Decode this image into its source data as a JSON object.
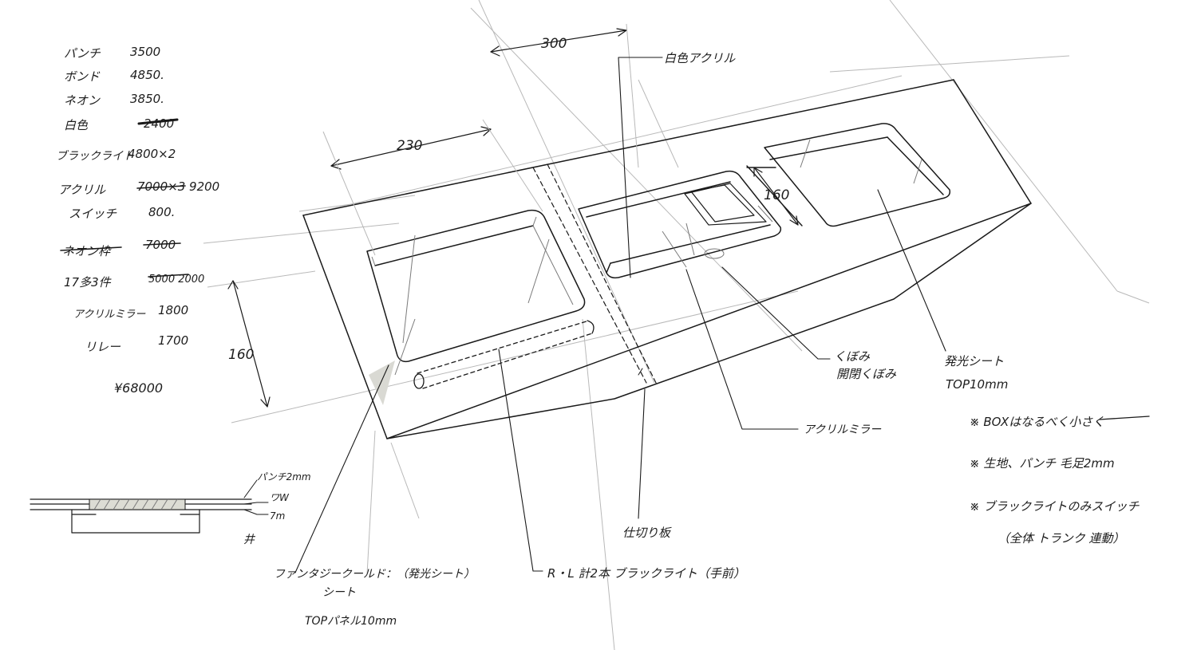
{
  "cost_list": [
    {
      "item": "パンチ",
      "price": "3500"
    },
    {
      "item": "ボンド",
      "price": "4850."
    },
    {
      "item": "ネオン",
      "price": "3850."
    },
    {
      "item": "白色",
      "price": "2400"
    },
    {
      "item": "ブラックライト",
      "price": "4800×2"
    },
    {
      "item": "アクリル",
      "price": "7000×3 9200"
    },
    {
      "item": "スイッチ",
      "price": "800."
    },
    {
      "item": "ネオン枠",
      "price": "7000"
    },
    {
      "item": "17多3件",
      "price": "5000 2000"
    },
    {
      "item": "アクリルミラー",
      "price": "1800"
    },
    {
      "item": "リレー",
      "price": "1700"
    }
  ],
  "cost_total": "¥68000",
  "dims": {
    "w300": "300",
    "w230": "230",
    "h160_right": "160",
    "h160_left": "160"
  },
  "labels": {
    "white_acrylic": "白色アクリル",
    "recess": "くぼみ",
    "recess_open": "開閉くぼみ",
    "glow_sheet": "発光シート",
    "top_plate": "TOP10mm",
    "acrylic_mirror": "アクリルミラー",
    "partition": "仕切り板",
    "blacklight": "R・L 計2本 ブラックライト（手前）",
    "fantasy_line1": "ファンタジークールド：（発光シート）",
    "fantasy_line2": "シート",
    "top_panel": "TOPパネル10mm"
  },
  "notes": [
    "※ BOXはなるべく小さく",
    "※ 生地、パンチ 毛足2mm",
    "※ ブラックライトのみスイッチ",
    "（全体 トランク 連動）"
  ],
  "section_labels": {
    "punch": "パンチ2mm",
    "w": "ワW",
    "m": "7m",
    "mark": "井"
  }
}
